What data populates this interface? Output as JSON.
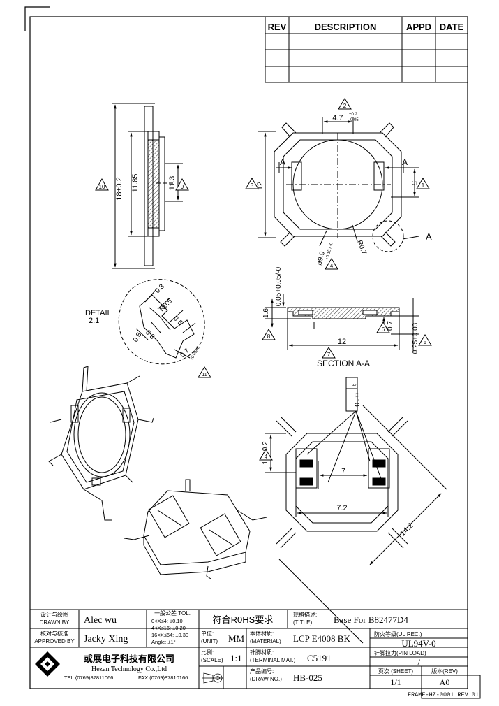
{
  "rev_table": {
    "headers": [
      "REV",
      "DESCRIPTION",
      "APPD",
      "DATE"
    ]
  },
  "dimensions": {
    "side_total_height": "18±0.2",
    "side_inner_height": "11.85",
    "side_slot": "11.3",
    "top_width_top": "4.7",
    "top_width_tol_plus": "+0.2",
    "top_width_tol_minus": "-0.05",
    "top_height": "12",
    "top_right": "5",
    "top_diameter": "ø9.9",
    "top_diameter_tol": "+0.15 / -0",
    "top_radius": "R0.7",
    "detail_03a": "0.3",
    "detail_r05": "R0.5",
    "detail_05": "0.5",
    "detail_03b": "0.3",
    "detail_08": "0.8",
    "detail_07": "0.7",
    "detail_tol": "+0.05/-0",
    "section_thickness": "1.6",
    "section_top_tol": "0.05+0.05/-0",
    "section_07": "0.7",
    "section_width": "12",
    "section_025": "0.25±0.03",
    "bottom_16": "1.6±0.2",
    "bottom_72": "7.2",
    "bottom_7": "7",
    "bottom_142": "14.2",
    "flatness": "0.10"
  },
  "labels": {
    "section_a_left": "A",
    "section_a_right": "A",
    "detail_a": "A",
    "detail_title": "DETAIL",
    "detail_scale": "2:1",
    "section_title": "SECTION A-A",
    "markers": [
      "1",
      "2",
      "3",
      "4",
      "5",
      "6",
      "7",
      "8",
      "9",
      "10",
      "11"
    ]
  },
  "title_block": {
    "drawn_by_cn": "设计与绘图",
    "drawn_by_en": "DRAWN BY",
    "drawn_by_value": "Alec wu",
    "approved_by_cn": "校对与核准",
    "approved_by_en": "APPROVED BY",
    "approved_by_value": "Jacky Xing",
    "tol_title": "一般公差 TOL.",
    "tol_rows": [
      "0<X≤4:  ±0.10",
      "4<X≤16: ±0.20",
      "16<X≤64: ±0.30",
      "Angle:  ±1°"
    ],
    "rohs": "符合R0HS要求",
    "title_cn": "规格描述:",
    "title_en": "(TITLE)",
    "title_value": "Base For B82477D4",
    "unit_cn": "单位:",
    "unit_en": "(UNIT)",
    "unit_value": "MM",
    "material_cn": "本体材质:",
    "material_en": "(MATERIAL)",
    "material_value": "LCP E4008 BK",
    "ul_cn": "防火等级(UL REC.)",
    "ul_value": "UL94V-0",
    "scale_cn": "比例:",
    "scale_en": "(SCALE)",
    "scale_value": "1:1",
    "terminal_cn": "针脚材质:",
    "terminal_en": "(TERMINAL MAT.)",
    "terminal_value": "C5191",
    "pin_load_cn": "针脚拉力(PIN LOAD)",
    "pin_load_value": "/",
    "company_cn": "或展电子科技有限公司",
    "company_en": "Hezan Technology Co.,Ltd",
    "tel": "TEL:(0769)87811066",
    "fax": "FAX:(0769)87810166",
    "drawing_no_cn": "产品编号:",
    "drawing_no_en": "(DRAW NO.)",
    "drawing_no_value": "HB-025",
    "sheet_cn": "页次 (SHEET)",
    "sheet_value": "1/1",
    "rev_cn": "版本(REV)",
    "rev_value": "A0"
  },
  "frame_ref": "FRAME-HZ-0001 REV 01"
}
